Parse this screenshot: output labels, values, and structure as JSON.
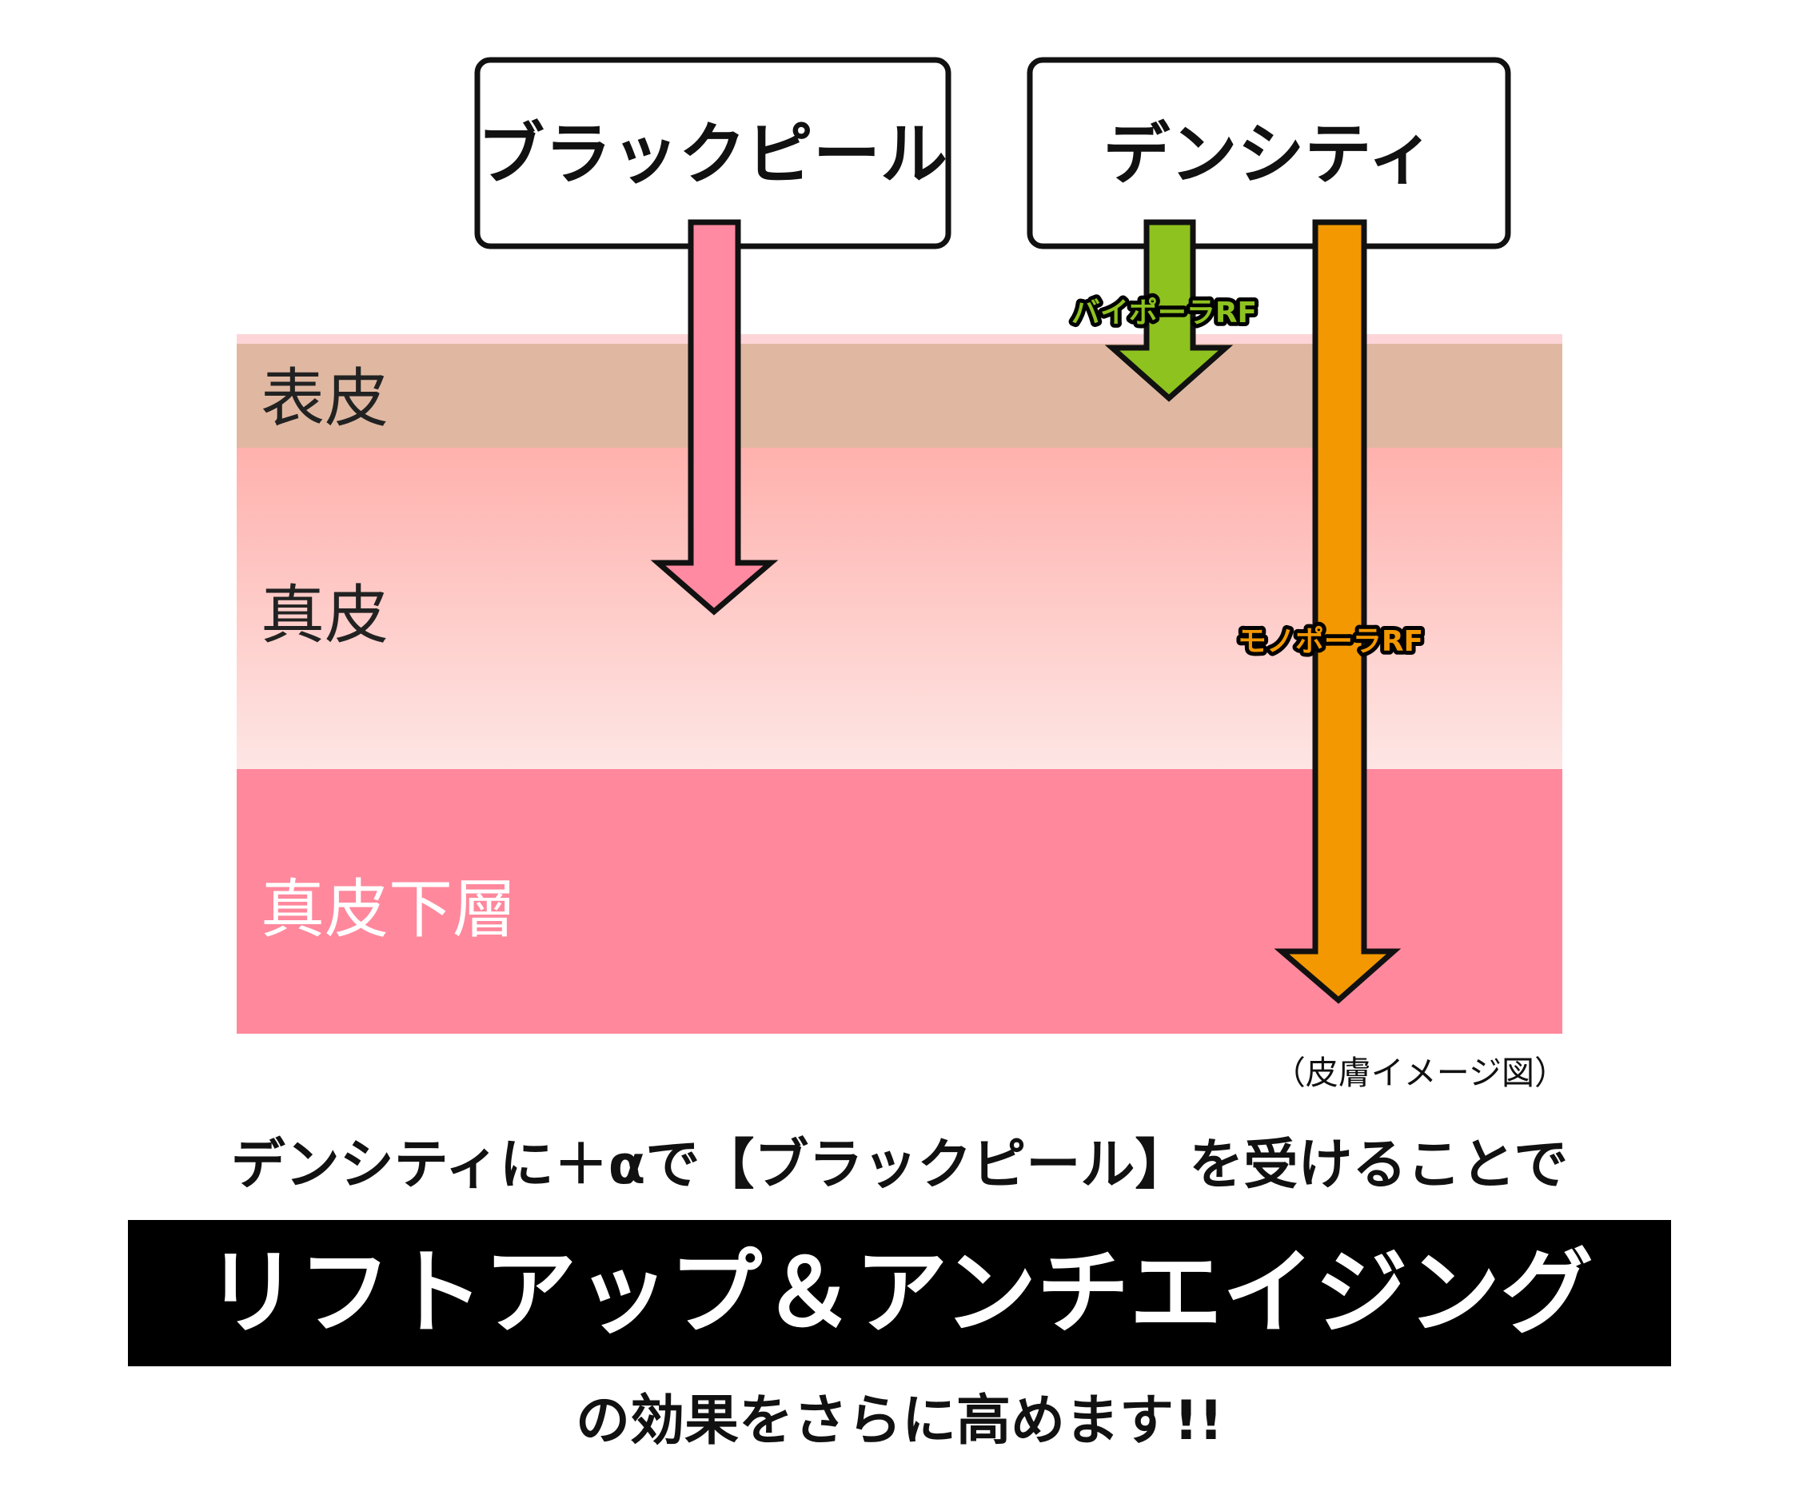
{
  "boxes": {
    "left_title": "ブラックピール",
    "right_title": "デンシティ"
  },
  "layers": {
    "epidermis": "表皮",
    "dermis": "真皮",
    "subcutis": "真皮下層"
  },
  "arrows": {
    "bipolar_label": "バイポーラRF",
    "monopolar_label": "モノポーラRF"
  },
  "colors": {
    "pink_arrow": "#ff8aa1",
    "green_arrow": "#8ec21f",
    "orange_arrow": "#f39800",
    "epidermis": "#e0b8a2",
    "subcutis": "#ff889c"
  },
  "caption": "（皮膚イメージ図）",
  "headline": {
    "line1": "デンシティに＋αで【ブラックピール】を受けることで",
    "banner": "リフトアップ＆アンチエイジング",
    "line3": "の効果をさらに高めます!!"
  }
}
